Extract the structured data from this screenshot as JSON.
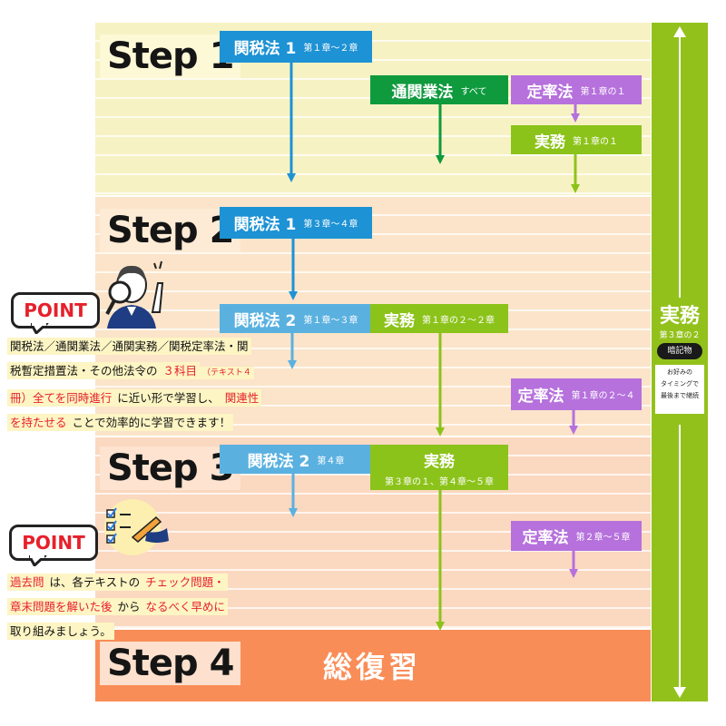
{
  "steps": [
    {
      "label": "Step 1"
    },
    {
      "label": "Step 2"
    },
    {
      "label": "Step 3"
    },
    {
      "label": "Step 4"
    }
  ],
  "step1": {
    "kanzei": {
      "main": "関税法 1",
      "sub": "第１章～２章"
    },
    "tsukan": {
      "main": "通関業法",
      "sub": "すべて"
    },
    "teiritsu": {
      "main": "定率法",
      "sub": "第１章の１"
    },
    "jitsumu": {
      "main": "実務",
      "sub": "第１章の１"
    }
  },
  "step2": {
    "kanzei1": {
      "main": "関税法 1",
      "sub": "第３章～４章"
    },
    "kanzei2": {
      "main": "関税法 2",
      "sub": "第１章～３章"
    },
    "jitsumu": {
      "main": "実務",
      "sub": "第１章の２～２章"
    },
    "teiritsu": {
      "main": "定率法",
      "sub": "第１章の２～４"
    }
  },
  "step3": {
    "kanzei2": {
      "main": "関税法 2",
      "sub": "第４章"
    },
    "jitsumu": {
      "main": "実務",
      "sub": "第３章の１、第４章～５章"
    },
    "teiritsu": {
      "main": "定率法",
      "sub": "第２章～５章"
    }
  },
  "step4": {
    "title": "総復習"
  },
  "side": {
    "title": "実務",
    "sub": "第３章の２",
    "badge": "暗記物",
    "note": [
      "お好みの",
      "タイミングで",
      "最後まで継続"
    ]
  },
  "point1": {
    "label": "POINT",
    "lines": [
      [
        "関税法／通関業法／通関実務／関税定率法・関"
      ],
      [
        "税暫定措置法・その他法令の",
        "３科目",
        "（テキスト４"
      ],
      [
        "冊）全てを同時進行",
        "に近い形で学習し、",
        "関連性"
      ],
      [
        "を持たせる",
        "ことで効率的に学習できます！"
      ]
    ]
  },
  "point2": {
    "label": "POINT",
    "lines": [
      [
        "過去問",
        "は、各テキストの",
        "チェック問題・"
      ],
      [
        "章末問題を解いた後",
        "から",
        "なるべく早めに"
      ],
      [
        "取り組みましょう。"
      ]
    ]
  },
  "colors": {
    "band1": "#f7f2c3",
    "band2": "#fbe3c8",
    "band3": "#fbd8c2",
    "band4": "#f98d58",
    "side": "#93c11c",
    "blue": "#1d92d4",
    "green": "#0f9a3e",
    "lime": "#8cc31a",
    "purple": "#b671dc"
  }
}
